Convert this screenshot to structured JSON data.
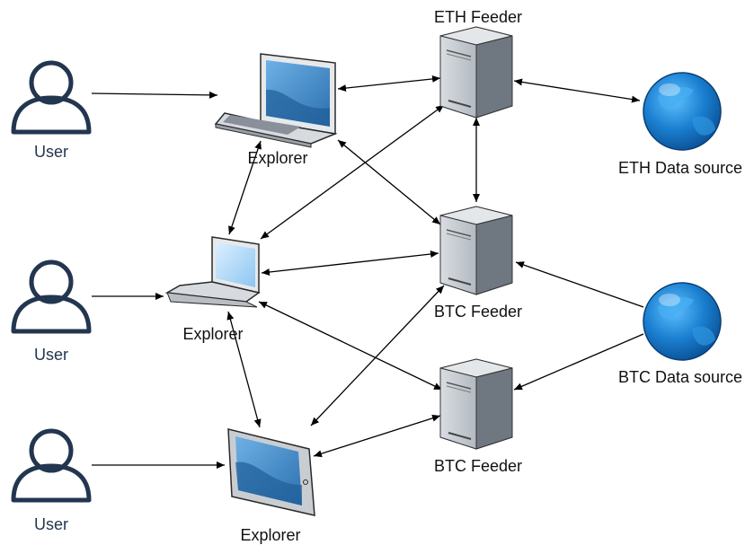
{
  "diagram": {
    "users": [
      {
        "label": "User"
      },
      {
        "label": "User"
      },
      {
        "label": "User"
      }
    ],
    "explorers": [
      {
        "label": "Explorer",
        "device": "laptop-large"
      },
      {
        "label": "Explorer",
        "device": "laptop-small"
      },
      {
        "label": "Explorer",
        "device": "tablet"
      }
    ],
    "feeders": [
      {
        "label": "ETH Feeder"
      },
      {
        "label": "BTC Feeder"
      },
      {
        "label": "BTC Feeder"
      }
    ],
    "data_sources": [
      {
        "label": "ETH Data source"
      },
      {
        "label": "BTC Data source"
      }
    ],
    "colors": {
      "user_outline": "#23364f",
      "globe": "#1a7fd0",
      "server_body": "#c4c9cf",
      "screen": "#2f78b8"
    }
  }
}
